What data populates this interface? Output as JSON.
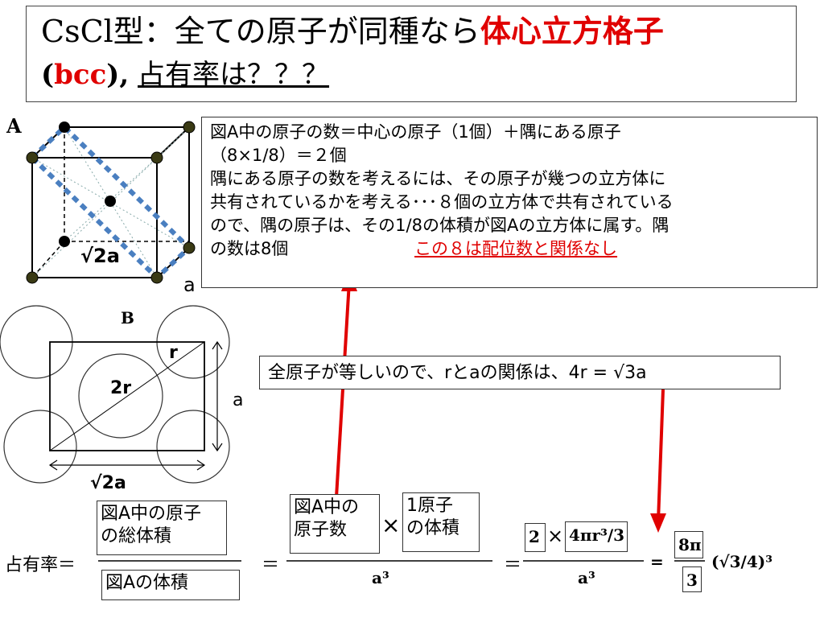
{
  "title": {
    "line1_prefix": "CsCl型：全ての原子が同種なら",
    "line1_red": "体心立方格子",
    "line2_open": "(",
    "line2_bcc": "bcc",
    "line2_close": "),",
    "line2_question": "占有率は？？？"
  },
  "figure_a": {
    "label": "A",
    "edge_label": "a",
    "diag_label": "√2a"
  },
  "info": {
    "line1": "図A中の原子の数＝中心の原子（1個）＋隅にある原子",
    "line2": "（8×1/8）＝２個",
    "line3": "隅にある原子の数を考えるには、その原子が幾つの立方体に",
    "line4": "共有されているかを考える･･･８個の立方体で共有されている",
    "line5": "ので、隅の原子は、その1/8の体積が図Aの立方体に属す。隅",
    "line6": "の数は8個",
    "note_red": "この８は配位数と関係なし"
  },
  "figure_b": {
    "label": "B",
    "r_label": "r",
    "two_r_label": "2r",
    "height_label": "a",
    "width_label": "√2a"
  },
  "relation": {
    "text": "全原子が等しいので、rとaの関係は、4r = √3a"
  },
  "formula": {
    "lhs": "占有率＝",
    "frac1_num_line1": "図A中の原子",
    "frac1_num_line2": "の総体積",
    "frac1_den": "図Aの体積",
    "eq1": "＝",
    "frac2_num_a_line1": "図A中の",
    "frac2_num_a_line2": "原子数",
    "times1": "×",
    "frac2_num_b_line1": "1原子",
    "frac2_num_b_line2": "の体積",
    "frac2_den": "a³",
    "eq2": "＝",
    "frac3_num_a": "2",
    "times2": "×",
    "frac3_num_b": "4πr³/3",
    "frac3_den": "a³",
    "eq3": "=",
    "frac4_num": "8π",
    "frac4_den": "3",
    "tail": "(√3/4)³"
  },
  "colors": {
    "red": "#e00000",
    "dash_blue": "#4a7fc0",
    "atom_olive": "#3a3a14",
    "atom_black": "#000000"
  }
}
